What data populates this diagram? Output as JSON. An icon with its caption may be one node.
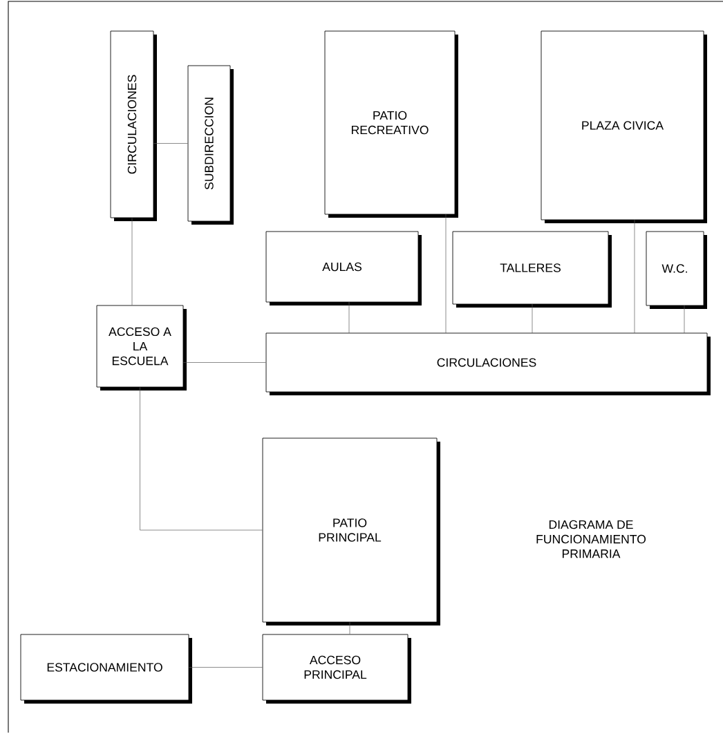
{
  "diagram": {
    "nodes": [
      {
        "text": [
          "CIRCULACIONES"
        ]
      },
      {
        "text": [
          "SUBDIRECCION"
        ]
      },
      {
        "text": [
          "PATIO RECREATIVO"
        ]
      },
      {
        "text": [
          "PLAZA CIVICA"
        ]
      },
      {
        "text": [
          "AULAS"
        ]
      },
      {
        "text": [
          "TALLERES"
        ]
      },
      {
        "text": [
          "W.C."
        ]
      },
      {
        "text": [
          "ACCESO A LA ESCUELA"
        ]
      },
      {
        "text": [
          "CIRCULACIONES"
        ]
      },
      {
        "text": [
          "PATIO PRINCIPAL"
        ]
      },
      {
        "text": [
          "ESTACIONAMIENTO"
        ]
      },
      {
        "text": [
          "ACCESO PRINCIPAL"
        ]
      }
    ],
    "edges": [
      {
        "from": 0,
        "to": 1,
        "arrow": "none"
      },
      {
        "from": 0,
        "to": 7,
        "arrow": "none"
      },
      {
        "from": 4,
        "to": 8,
        "arrow": "none"
      },
      {
        "from": 2,
        "to": 8,
        "arrow": "none"
      },
      {
        "from": 5,
        "to": 8,
        "arrow": "none"
      },
      {
        "from": 3,
        "to": 8,
        "arrow": "none"
      },
      {
        "from": 6,
        "to": 8,
        "arrow": "none"
      },
      {
        "from": 7,
        "to": 8,
        "arrow": "none"
      },
      {
        "from": 7,
        "to": 9,
        "arrow": "none"
      },
      {
        "from": 9,
        "to": 11,
        "arrow": "none"
      },
      {
        "from": 10,
        "to": 11,
        "arrow": "none"
      }
    ],
    "labels": [
      "DIAGRAMA DE FUNCIONAMIENTO PRIMARIA"
    ]
  }
}
